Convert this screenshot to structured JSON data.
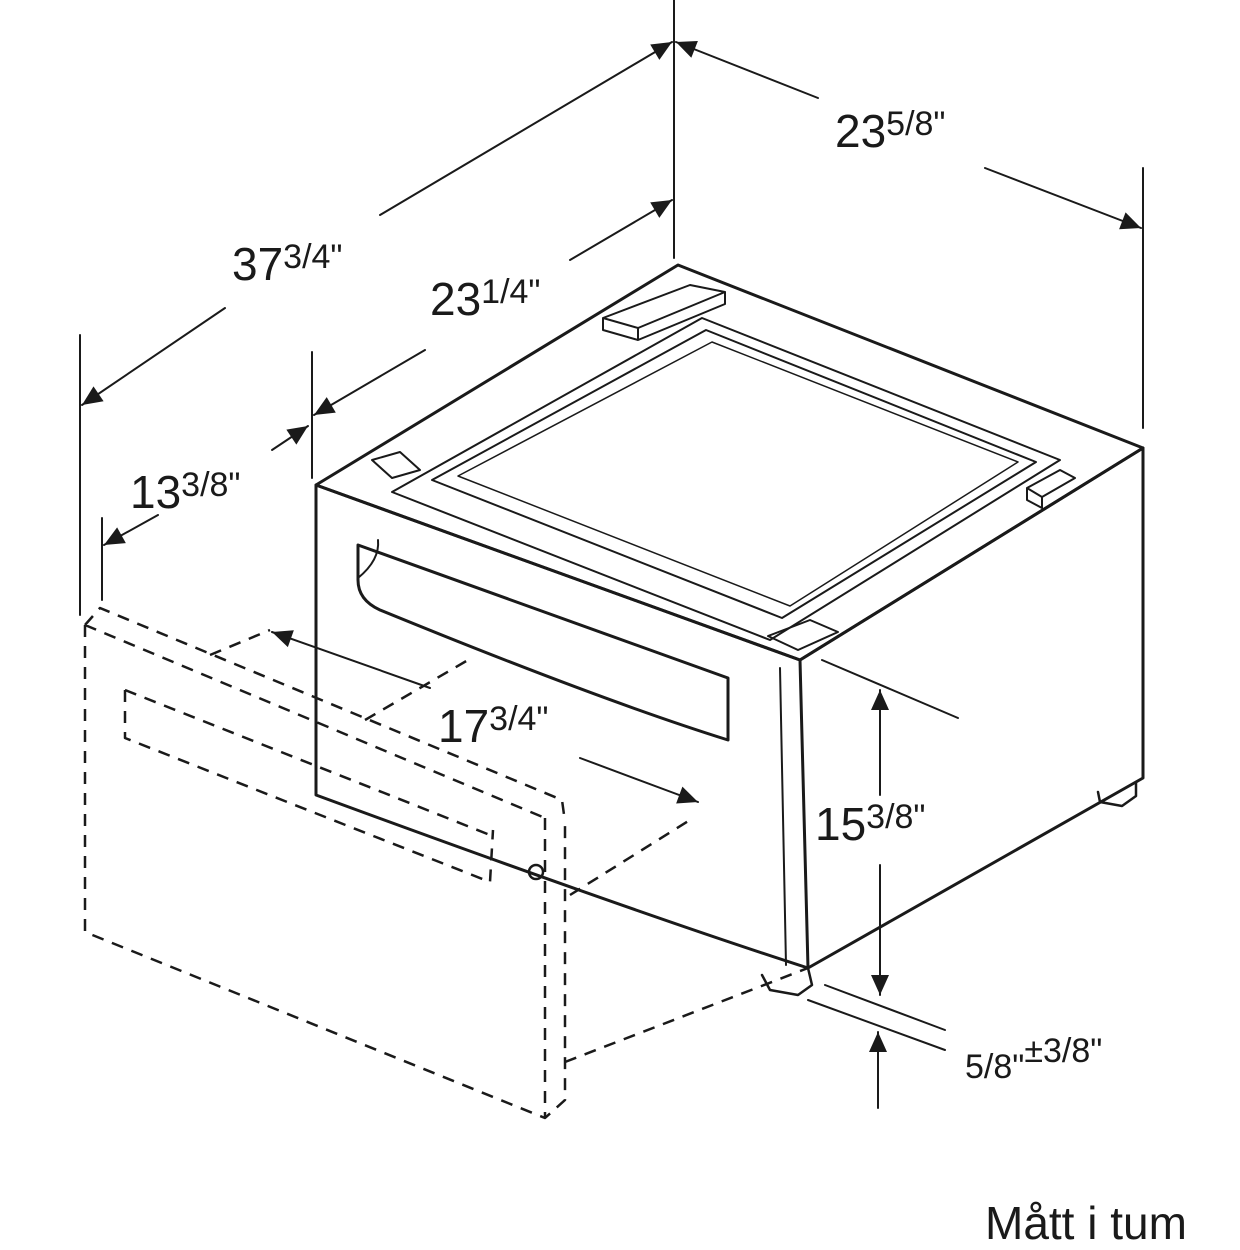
{
  "dimensions": {
    "total_depth": {
      "whole": "37",
      "frac": "3/4\""
    },
    "width": {
      "whole": "23",
      "frac": "5/8\""
    },
    "body_depth": {
      "whole": "23",
      "frac": "1/4\""
    },
    "drawer_offset": {
      "whole": "13",
      "frac": "3/8\""
    },
    "drawer_travel": {
      "whole": "17",
      "frac": "3/4\""
    },
    "height": {
      "whole": "15",
      "frac": "3/8\""
    },
    "foot_whole": "5/8\"",
    "foot_tolerance": "±3/8\""
  },
  "caption": "Mått i tum"
}
